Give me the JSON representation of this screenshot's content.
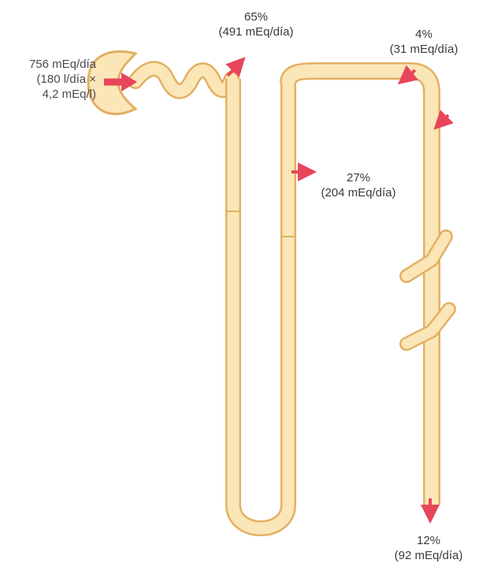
{
  "filtered_load": {
    "line1": "756 mEq/día",
    "line2": "(180 l/día ×",
    "line3": "4,2 mEq/l)"
  },
  "proximal": {
    "pct": "65%",
    "amount": "(491 mEq/día)"
  },
  "distal": {
    "pct": "4%",
    "amount": "(31 mEq/día)"
  },
  "loop": {
    "pct": "27%",
    "amount": "(204 mEq/día)"
  },
  "excreted": {
    "pct": "12%",
    "amount": "(92 mEq/día)"
  },
  "colors": {
    "tubule_fill": "#fbe6b8",
    "tubule_edge": "#e2b063",
    "arrow": "#e8455a"
  }
}
